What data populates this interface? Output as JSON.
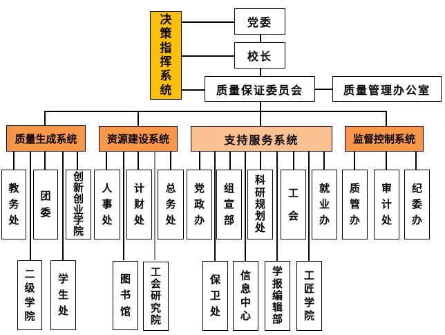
{
  "decision_system": "决策指挥系统",
  "top": {
    "party_committee": "党委",
    "president": "校长",
    "quality_committee": "质量保证委员会",
    "quality_office": "质量管理办公室"
  },
  "systems": [
    {
      "label": "质量生成系统",
      "children": [
        "教务处",
        "团委",
        "创新创业学院"
      ],
      "lower_children": [
        "二级学院",
        "学生处"
      ]
    },
    {
      "label": "资源建设系统",
      "children": [
        "人事处",
        "计财处",
        "总务处"
      ],
      "lower_children": [
        "图书馆",
        "工会研究院"
      ]
    },
    {
      "label": "支持服务系统",
      "children": [
        "党政办",
        "组宣部",
        "科研规划处",
        "工会",
        "就业办"
      ],
      "lower_children": [
        "保卫处",
        "信息中心",
        "学报编辑部",
        "工匠学院"
      ]
    },
    {
      "label": "监督控制系统",
      "children": [
        "质管办",
        "审计处",
        "纪委办"
      ],
      "lower_children": []
    }
  ],
  "colors": {
    "decision": "#FFC000",
    "system": "#F79646",
    "support_system": "#FAC090"
  }
}
